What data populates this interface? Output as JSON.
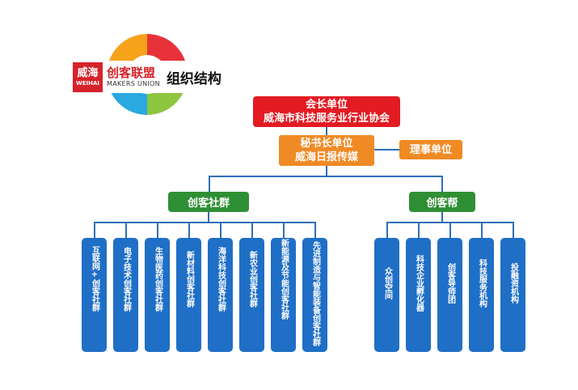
{
  "logo": {
    "badge_cn": "威海",
    "badge_en": "WEIHAI",
    "name_cn": "创客联盟",
    "name_en": "MAKERS UNION",
    "title": "组织结构"
  },
  "chairman": {
    "line1": "会长单位",
    "line2": "威海市科技服务业行业协会"
  },
  "secretary": {
    "line1": "秘书长单位",
    "line2": "威海日报传媒"
  },
  "director": {
    "label": "理事单位"
  },
  "groups": [
    {
      "label": "创客社群",
      "items": [
        "互联网+创客社群",
        "电子技术创客社群",
        "生物医药创客社群",
        "新材料创客社群",
        "海洋科技创客社群",
        "新农业创客社群",
        "新能源及节能创客社群",
        "先进制造与智能装备创客社群"
      ]
    },
    {
      "label": "创客帮",
      "items": [
        "众创空间",
        "科技企业孵化器",
        "创客导师团",
        "科技服务机构",
        "投融资机构"
      ]
    }
  ],
  "colors": {
    "red": "#e31b23",
    "orange": "#f08a24",
    "green": "#2f8f34",
    "blue": "#1f6fc6",
    "line": "#2f6fb8"
  }
}
